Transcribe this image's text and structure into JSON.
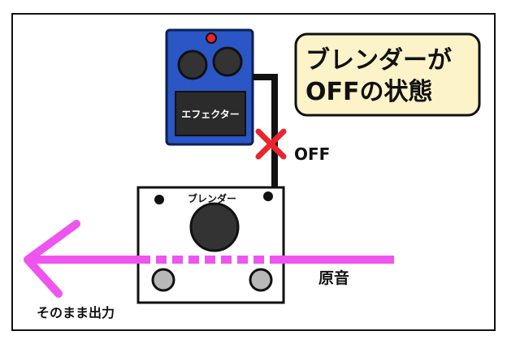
{
  "callout": {
    "line1": "ブレンダーが",
    "line2": "OFFの状態"
  },
  "effector": {
    "label": "エフェクター"
  },
  "blender": {
    "label": "ブレンダー"
  },
  "signal": {
    "off_label": "OFF",
    "input_label": "原音",
    "output_label": "そのまま出力"
  },
  "colors": {
    "effector_body": "#2a56c6",
    "callout_fill": "#fdf3c9",
    "signal_arrow": "#ee55ee",
    "off_mark": "#e8262b",
    "led": "#e8262b"
  }
}
